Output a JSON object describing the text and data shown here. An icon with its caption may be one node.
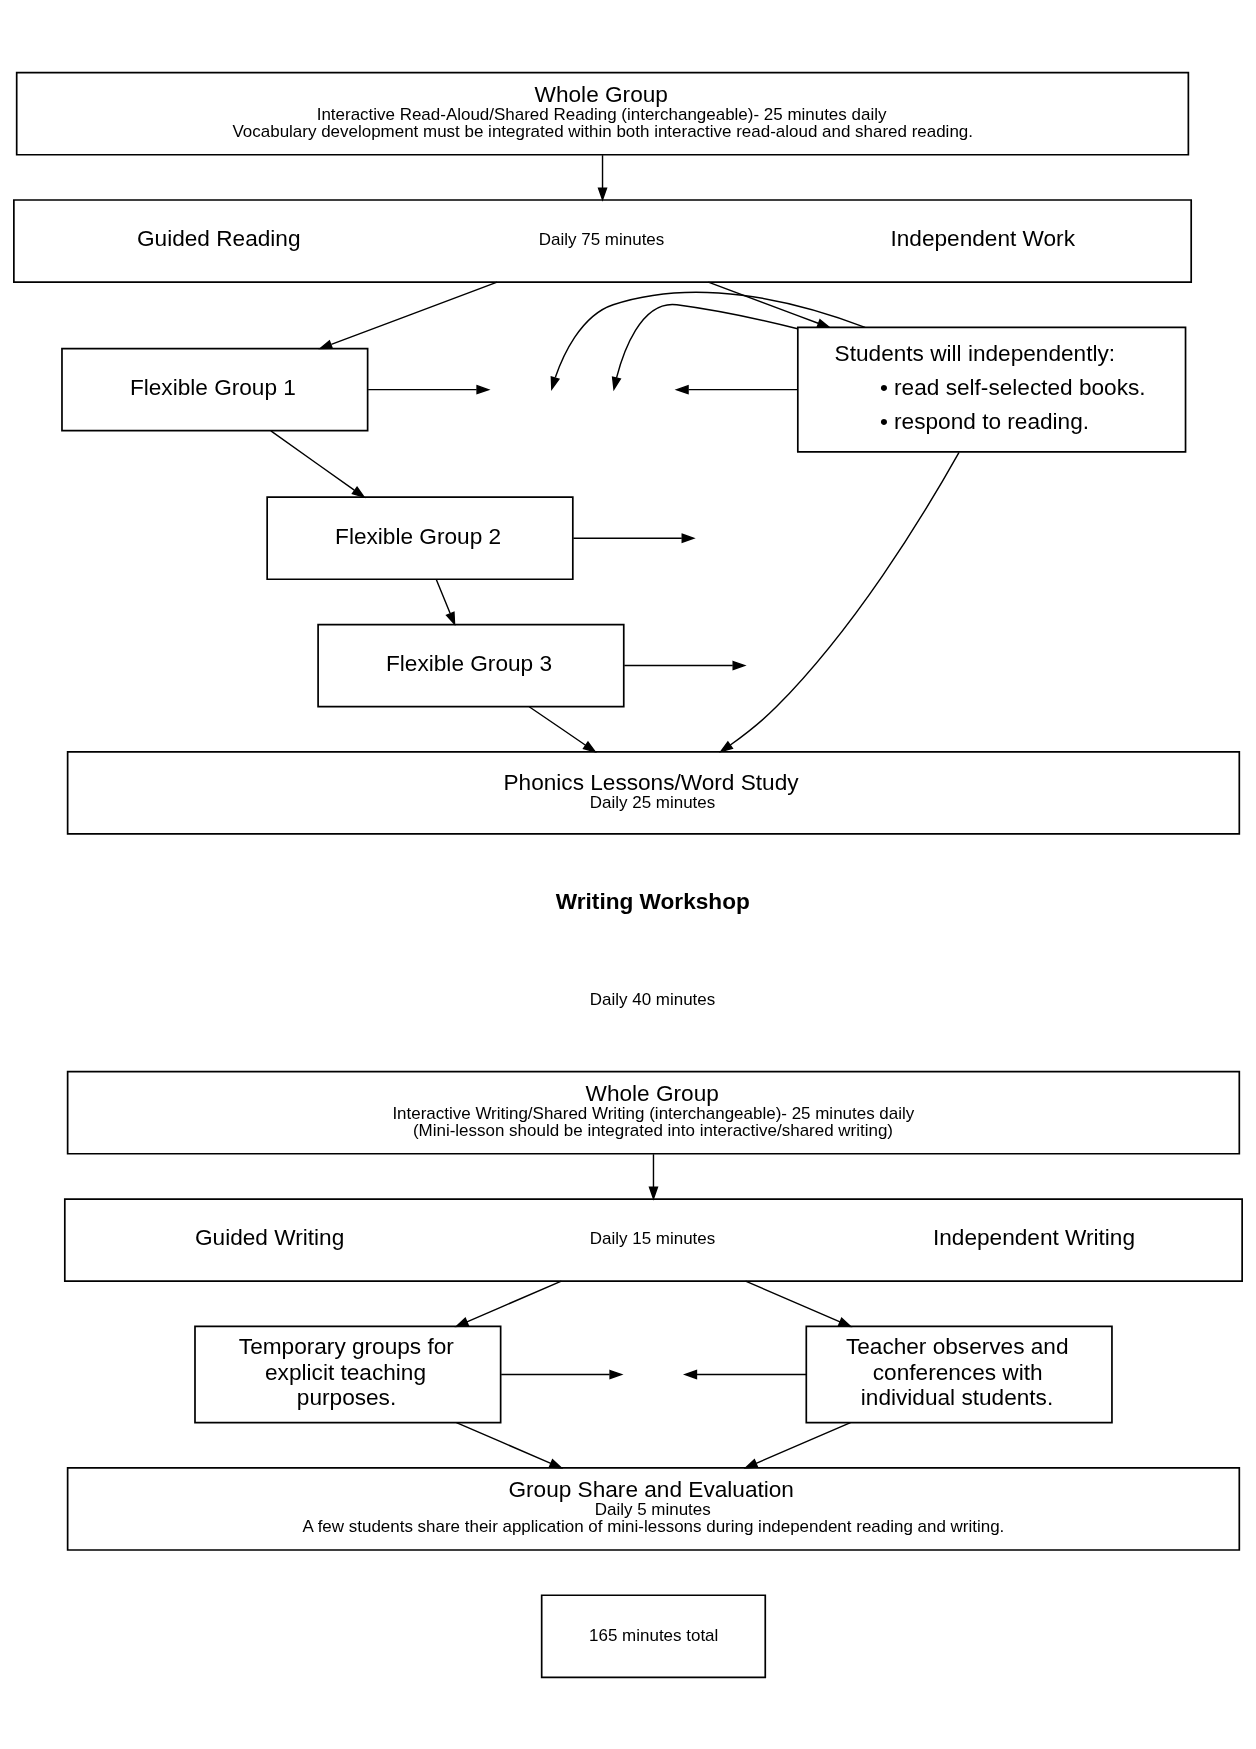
{
  "diagram": {
    "nodes": [
      {
        "text": [
          "Whole Group",
          "Interactive Read-Aloud/Shared Reading (interchangeable)- 25 minutes daily",
          "Vocabulary development must be integrated within both interactive read-aloud and shared reading."
        ]
      },
      {
        "text": [
          "Guided Reading",
          "Daily 75 minutes",
          "Independent Work"
        ]
      },
      {
        "text": [
          "Flexible Group 1"
        ]
      },
      {
        "text": [
          "Flexible Group 2"
        ]
      },
      {
        "text": [
          "Flexible Group 3"
        ]
      },
      {
        "text": [
          "Students will independently:",
          "• read self-selected books.",
          "• respond to reading."
        ]
      },
      {
        "text": [
          "Phonics Lessons/Word Study",
          "Daily 25 minutes"
        ]
      },
      {
        "text": [
          "Whole Group",
          "Interactive Writing/Shared Writing (interchangeable)- 25 minutes daily",
          "(Mini-lesson should be integrated into interactive/shared writing)"
        ]
      },
      {
        "text": [
          "Guided Writing",
          "Daily 15 minutes",
          "Independent Writing"
        ]
      },
      {
        "text": [
          "Temporary groups for explicit teaching purposes."
        ]
      },
      {
        "text": [
          "Teacher observes and conferences with individual students."
        ]
      },
      {
        "text": [
          "Group Share and Evaluation",
          "Daily 5 minutes",
          "A few students share their application of mini-lessons during independent reading and writing."
        ]
      },
      {
        "text": [
          "165 minutes total"
        ]
      }
    ],
    "edges": [
      {
        "from": 0,
        "to": 1,
        "arrow": "to"
      },
      {
        "from": 1,
        "to": 2,
        "arrow": "to"
      },
      {
        "from": 1,
        "to": 5,
        "arrow": "to"
      },
      {
        "from": 2,
        "to": null,
        "arrow": "to"
      },
      {
        "from": 5,
        "to": null,
        "arrow": "to"
      },
      {
        "from": 2,
        "to": 3,
        "arrow": "to"
      },
      {
        "from": 3,
        "to": null,
        "arrow": "to"
      },
      {
        "from": 5,
        "to": null,
        "arrow": "to"
      },
      {
        "from": 3,
        "to": 4,
        "arrow": "to"
      },
      {
        "from": 4,
        "to": null,
        "arrow": "to"
      },
      {
        "from": 5,
        "to": null,
        "arrow": "to"
      },
      {
        "from": 4,
        "to": 6,
        "arrow": "to"
      },
      {
        "from": 5,
        "to": 6,
        "arrow": "to"
      },
      {
        "from": 7,
        "to": 8,
        "arrow": "to"
      },
      {
        "from": 8,
        "to": 9,
        "arrow": "to"
      },
      {
        "from": 8,
        "to": 10,
        "arrow": "to"
      },
      {
        "from": 9,
        "to": null,
        "arrow": "to"
      },
      {
        "from": 10,
        "to": null,
        "arrow": "to"
      },
      {
        "from": 9,
        "to": 11,
        "arrow": "to"
      },
      {
        "from": 10,
        "to": 11,
        "arrow": "to"
      }
    ],
    "labels": [
      "Writing Workshop",
      "Daily 40 minutes"
    ]
  }
}
